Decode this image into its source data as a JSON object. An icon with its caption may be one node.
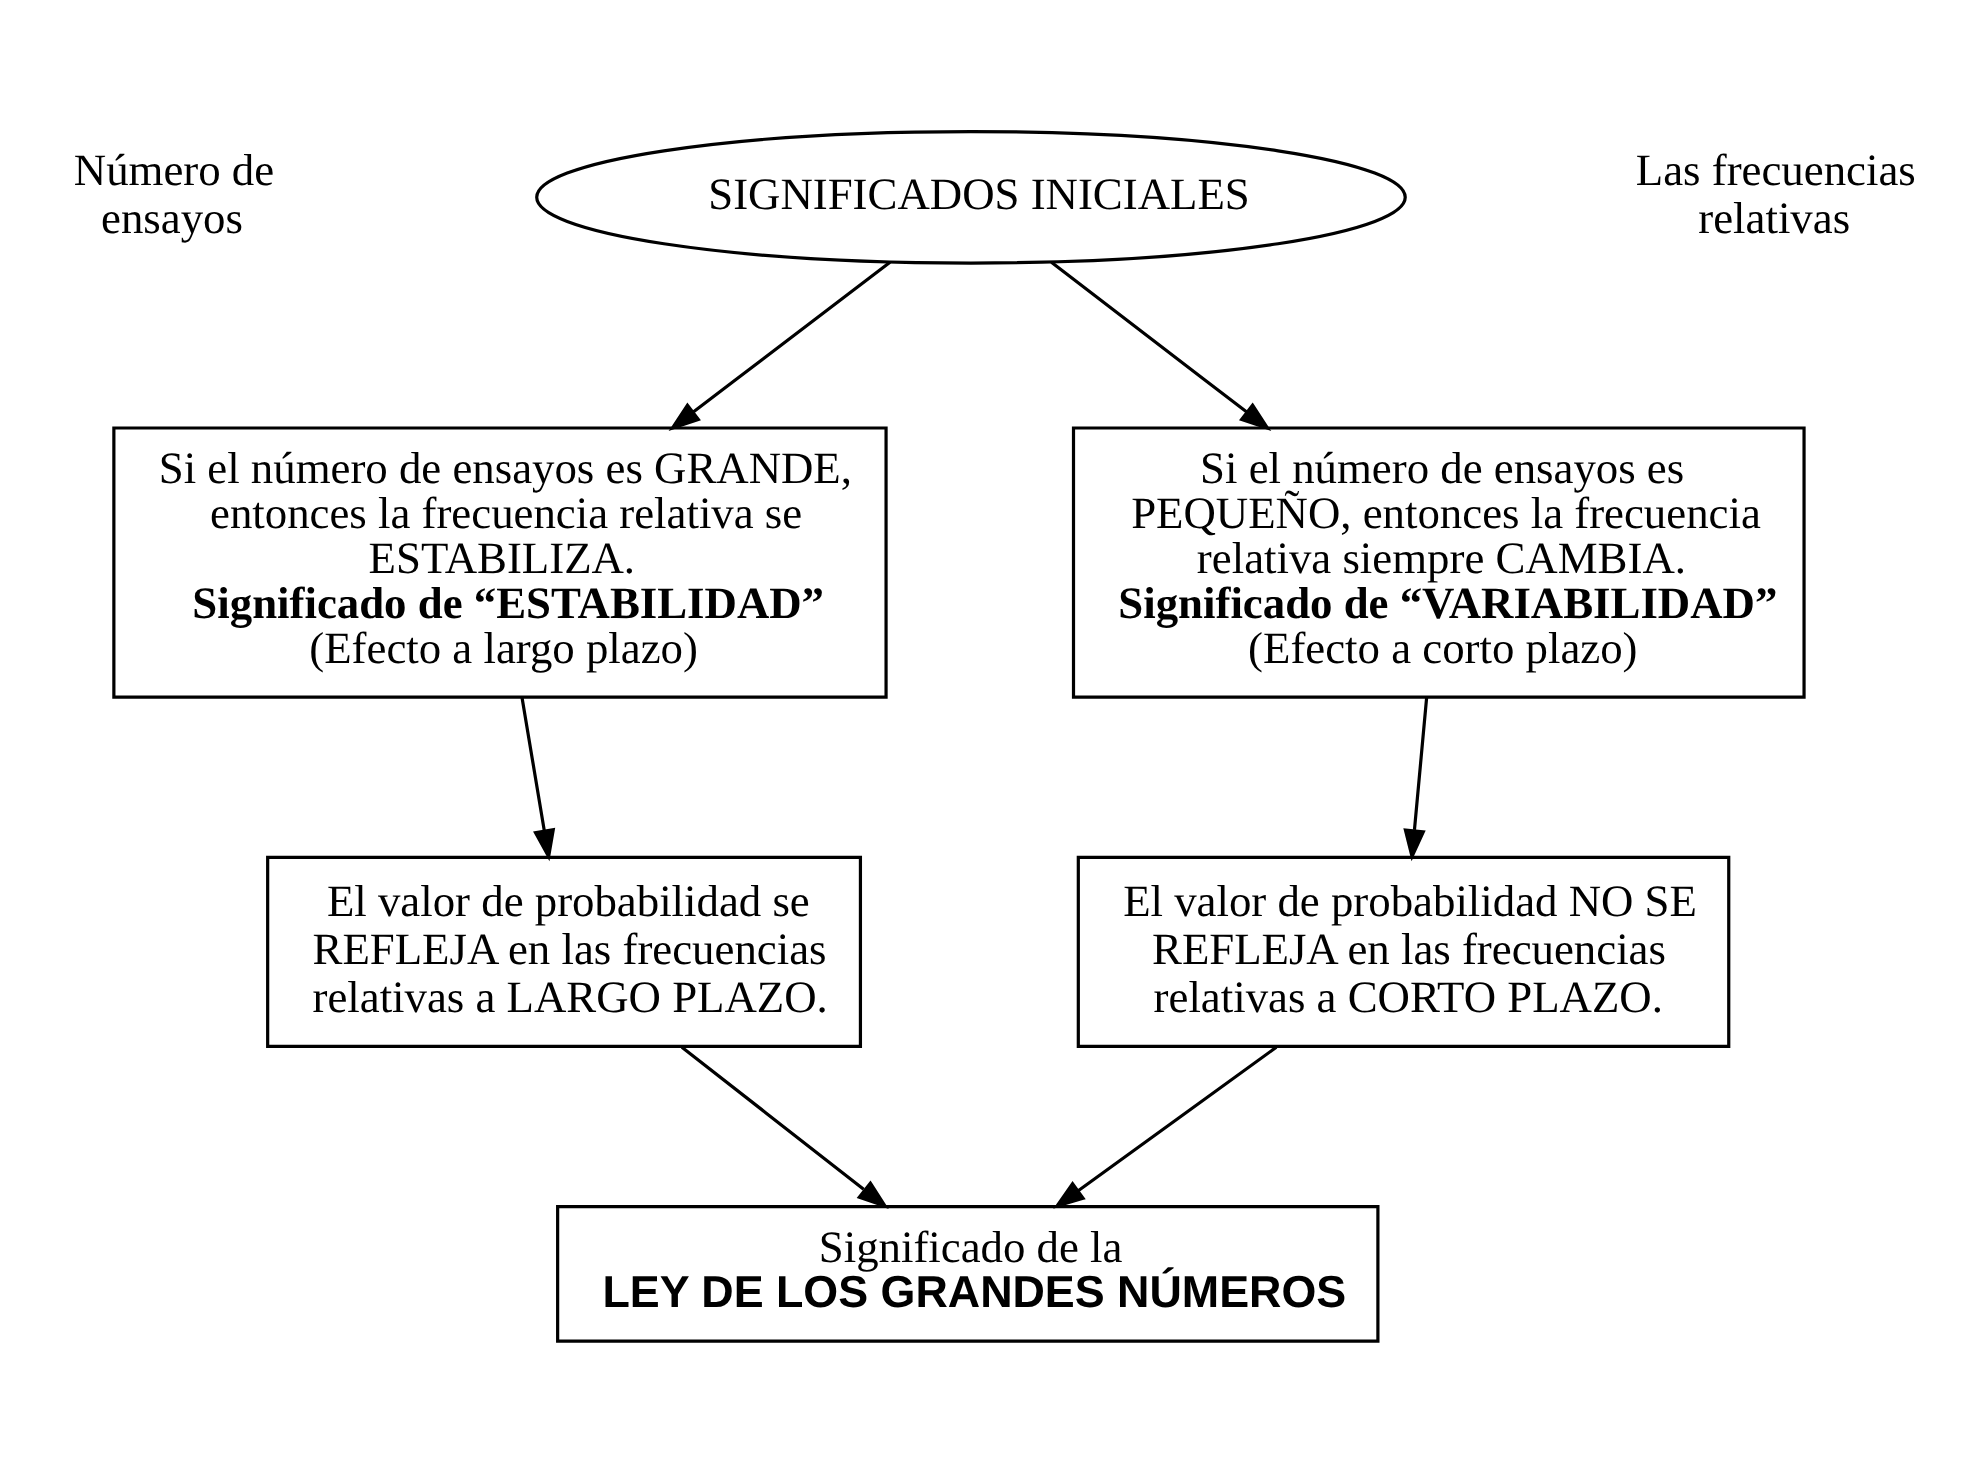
{
  "diagram": {
    "nodes": [
      {
        "text": [
          "SIGNIFICADOS INICIALES"
        ]
      },
      {
        "text": [
          "Si el número de ensayos es GRANDE, entonces la frecuencia relativa se ESTABILIZA.",
          "Significado de “ESTABILIDAD”",
          "(Efecto a largo plazo)"
        ]
      },
      {
        "text": [
          "Si el número de ensayos es PEQUEÑO, entonces la frecuencia relativa siempre CAMBIA.",
          "Significado de “VARIABILIDAD”",
          "(Efecto a corto plazo)"
        ]
      },
      {
        "text": [
          "El valor de probabilidad se REFLEJA en las frecuencias relativas a LARGO PLAZO."
        ]
      },
      {
        "text": [
          "El valor de probabilidad NO SE REFLEJA en las frecuencias relativas a CORTO PLAZO."
        ]
      },
      {
        "text": [
          "Significado de la",
          "LEY DE LOS GRANDES NÚMEROS"
        ]
      }
    ],
    "edges": [
      {
        "from": 0,
        "to": 1,
        "arrow": "to"
      },
      {
        "from": 0,
        "to": 2,
        "arrow": "to"
      },
      {
        "from": 1,
        "to": 3,
        "arrow": "to"
      },
      {
        "from": 2,
        "to": 4,
        "arrow": "to"
      },
      {
        "from": 3,
        "to": 5,
        "arrow": "to"
      },
      {
        "from": 4,
        "to": 5,
        "arrow": "to"
      }
    ],
    "labels": [
      "Número de ensayos",
      "Las frecuencias relativas"
    ]
  }
}
